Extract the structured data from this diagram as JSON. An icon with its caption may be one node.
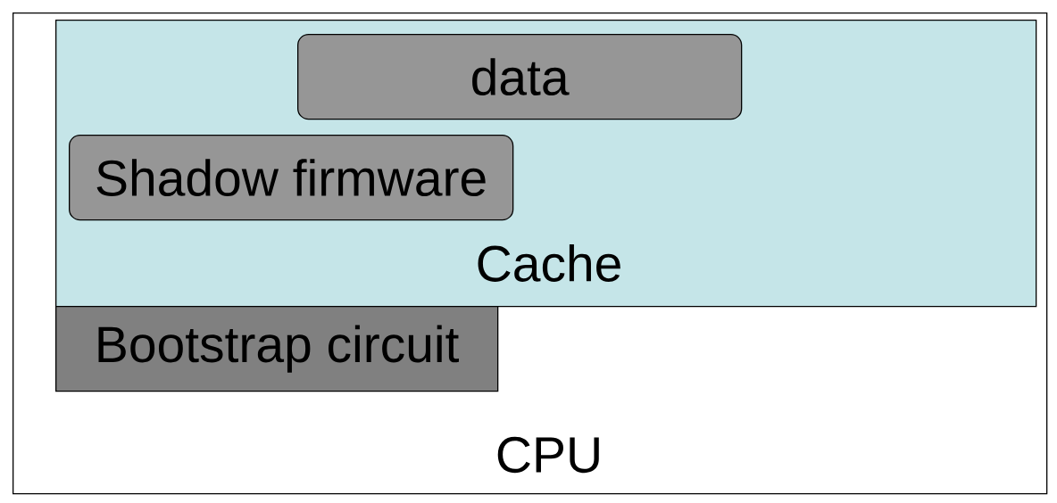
{
  "diagram": {
    "nodes": [
      {
        "text": [
          "CPU"
        ]
      },
      {
        "text": [
          "Cache"
        ],
        "in": 0
      },
      {
        "text": [
          "data"
        ],
        "in": 1
      },
      {
        "text": [
          "Shadow firmware"
        ],
        "in": 1
      },
      {
        "text": [
          "Bootstrap circuit"
        ],
        "in": 0
      }
    ]
  }
}
